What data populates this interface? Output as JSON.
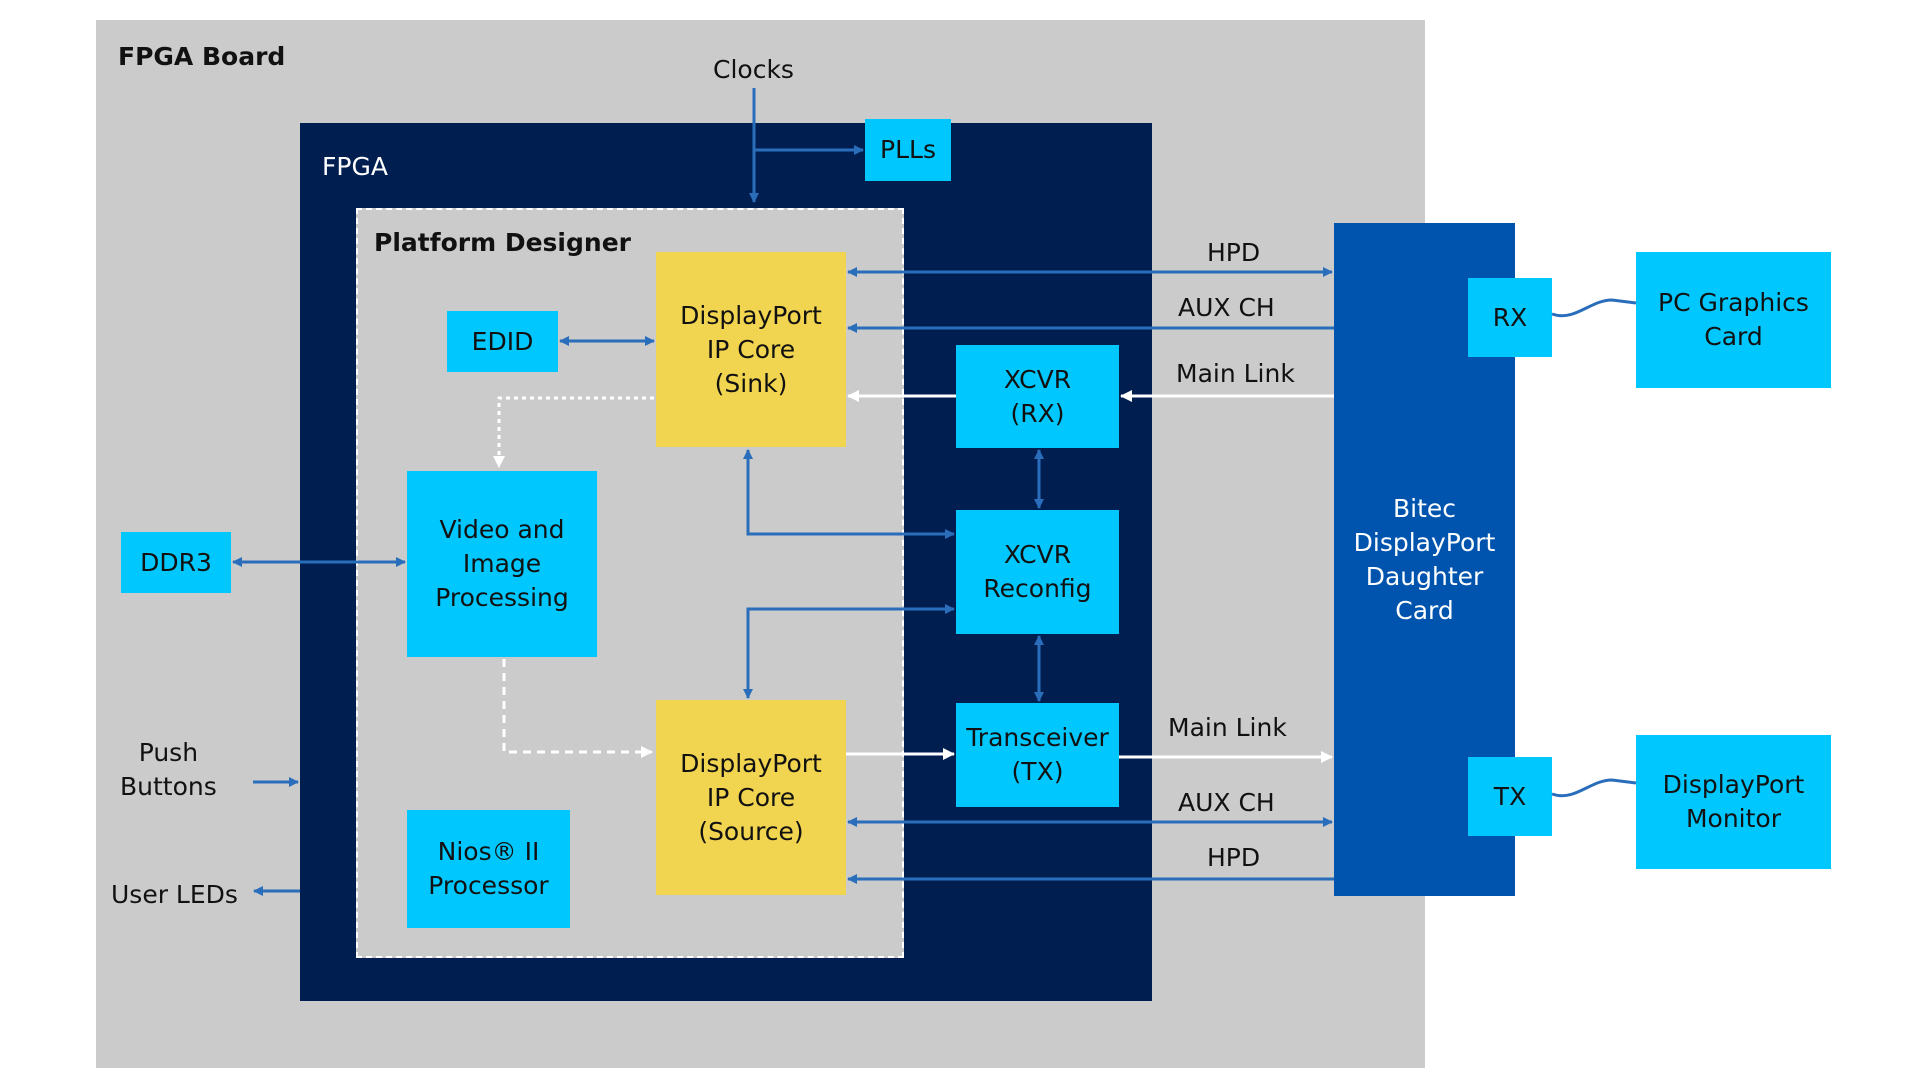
{
  "labels": {
    "fpga_board": "FPGA Board",
    "fpga": "FPGA",
    "platform_designer": "Platform Designer",
    "clocks": "Clocks",
    "push_buttons": "Push\nButtons",
    "user_leds": "User LEDs"
  },
  "blocks": {
    "plls": "PLLs",
    "edid": "EDID",
    "dp_sink": "DisplayPort\nIP Core\n(Sink)",
    "xcvr_rx": "XCVR\n(RX)",
    "video": "Video and\nImage\nProcessing",
    "ddr3": "DDR3",
    "xcvr_reconfig": "XCVR\nReconfig",
    "dp_source": "DisplayPort\nIP Core\n(Source)",
    "transceiver_tx": "Transceiver\n(TX)",
    "nios": "Nios® II\nProcessor",
    "bitec": "Bitec\nDisplayPort\nDaughter\nCard",
    "rx": "RX",
    "tx": "TX",
    "pc_graphics": "PC Graphics\nCard",
    "dp_monitor": "DisplayPort\nMonitor"
  },
  "signals": {
    "hpd_top": "HPD",
    "aux_top": "AUX CH",
    "main_rx": "Main Link",
    "main_tx": "Main Link",
    "aux_bottom": "AUX CH",
    "hpd_bottom": "HPD"
  },
  "colors": {
    "board": "#cbcbcb",
    "fpga": "#001e4f",
    "ip_block": "#00c7fd",
    "core_block": "#f1d44f",
    "daughter_card": "#0054ae",
    "wire": "#2a6ebb"
  }
}
